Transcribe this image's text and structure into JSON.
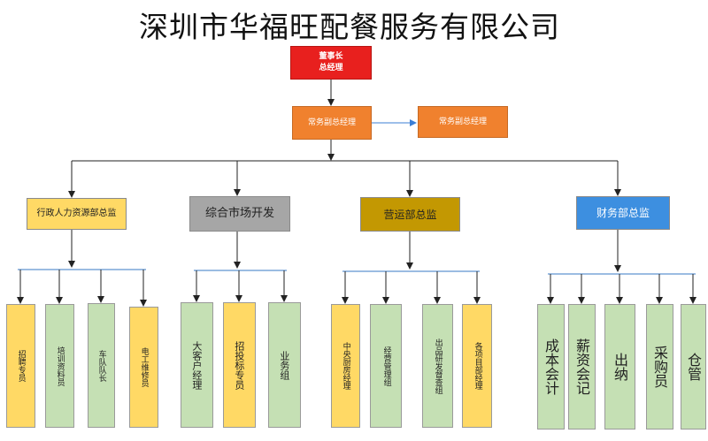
{
  "title": "深圳市华福旺配餐服务有限公司",
  "colors": {
    "red": "#e8201e",
    "orange": "#f0812e",
    "yellow": "#ffd965",
    "green": "#c5e0b4",
    "grey": "#a6a6a6",
    "gold": "#c39802",
    "blue": "#3d8fe0"
  },
  "top": {
    "chairman": "董事长",
    "gm": "总经理"
  },
  "vice": {
    "left": "常务副总经理",
    "right": "常务副总经理"
  },
  "departments": [
    {
      "name": "行政人力资源部总监",
      "color": "yellow",
      "units": [
        {
          "name": "招聘专员",
          "color": "yellow"
        },
        {
          "name": "培训资料员",
          "color": "green"
        },
        {
          "name": "车队队长",
          "color": "green"
        },
        {
          "name": "电工维修员",
          "color": "yellow"
        }
      ]
    },
    {
      "name": "综合市场开发",
      "color": "grey",
      "units": [
        {
          "name": "大客户经理",
          "color": "green"
        },
        {
          "name": "招投标专员",
          "color": "yellow"
        },
        {
          "name": "业务组",
          "color": "green"
        }
      ]
    },
    {
      "name": "营运部总监",
      "color": "gold",
      "units": [
        {
          "name": "中央厨房经理",
          "color": "yellow"
        },
        {
          "name": "经营管理组",
          "color": "green"
        },
        {
          "name": "出品研发督查组",
          "color": "green"
        },
        {
          "name": "各项目部经理",
          "color": "yellow"
        }
      ]
    },
    {
      "name": "财务部总监",
      "color": "blue",
      "units": [
        {
          "name": "成本会计",
          "color": "green"
        },
        {
          "name": "薪资会记",
          "color": "green"
        },
        {
          "name": "出纳",
          "color": "green"
        },
        {
          "name": "采购员",
          "color": "green"
        },
        {
          "name": "仓管",
          "color": "green"
        }
      ]
    }
  ]
}
